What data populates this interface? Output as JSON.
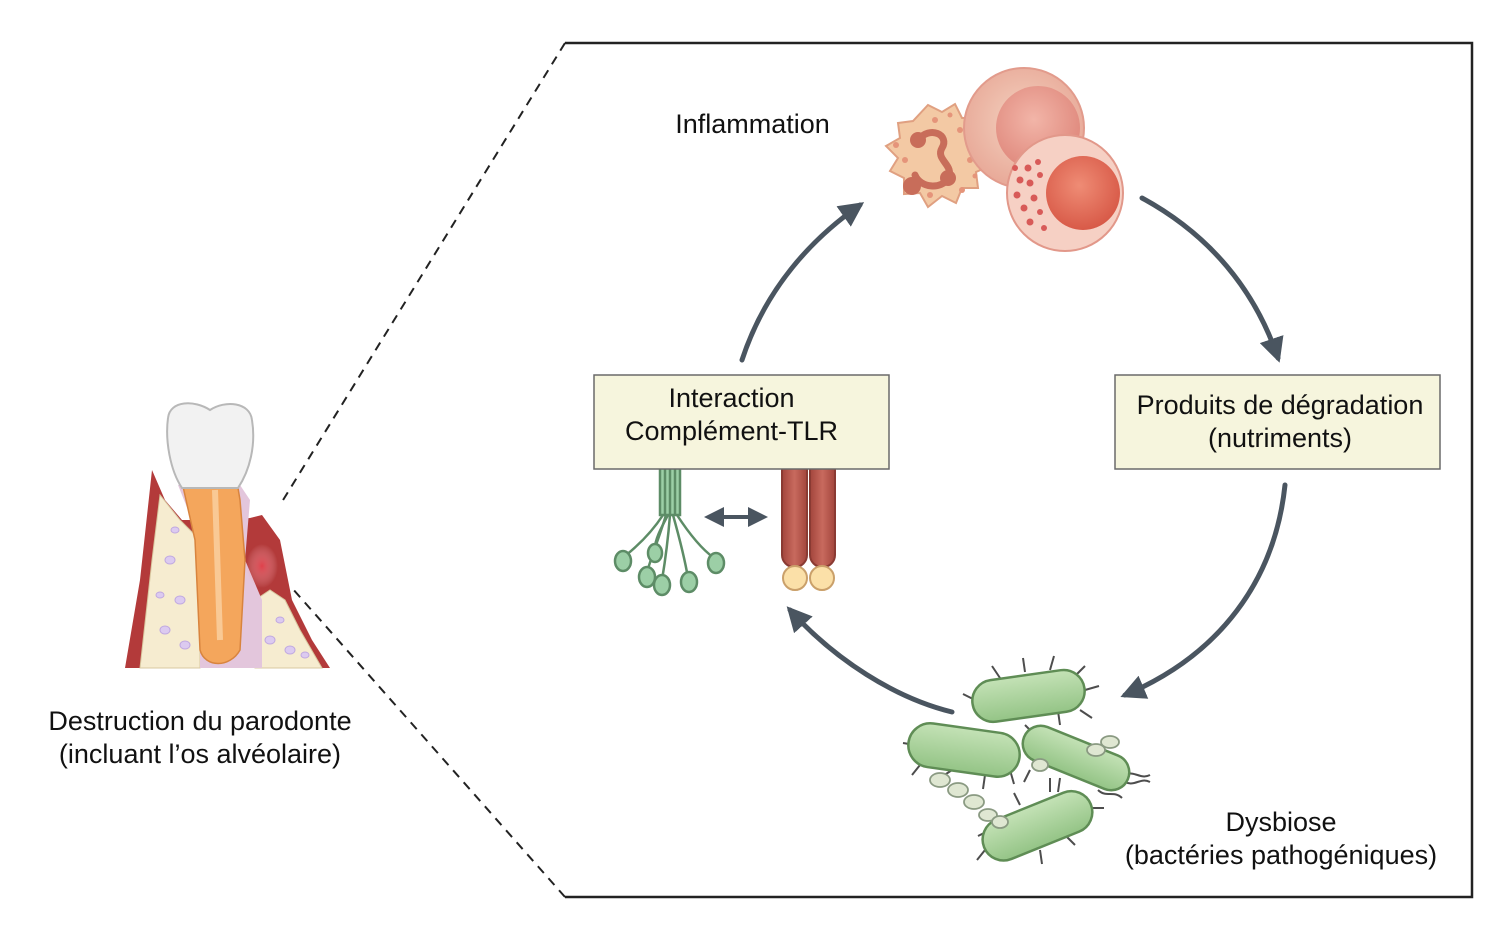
{
  "labels": {
    "inflammation": "Inflammation",
    "interaction": {
      "line1": "Interaction",
      "line2": "Complément-TLR"
    },
    "degradation": {
      "line1": "Produits de dégradation",
      "line2": "(nutriments)"
    },
    "dysbiosis": {
      "line1": "Dysbiose",
      "line2": "(bactéries pathogéniques)"
    },
    "periodontium": {
      "line1": "Destruction du parodonte",
      "line2": "(incluant l’os alvéolaire)"
    }
  },
  "colors": {
    "box_fill": "#f6f5dd",
    "arrow": "#4a5560",
    "bacteria": "#a9d39a",
    "tlr": "#b5564c",
    "complement": "#8fc59a",
    "tooth_root": "#f4a65c",
    "gum": "#b33a3a"
  }
}
